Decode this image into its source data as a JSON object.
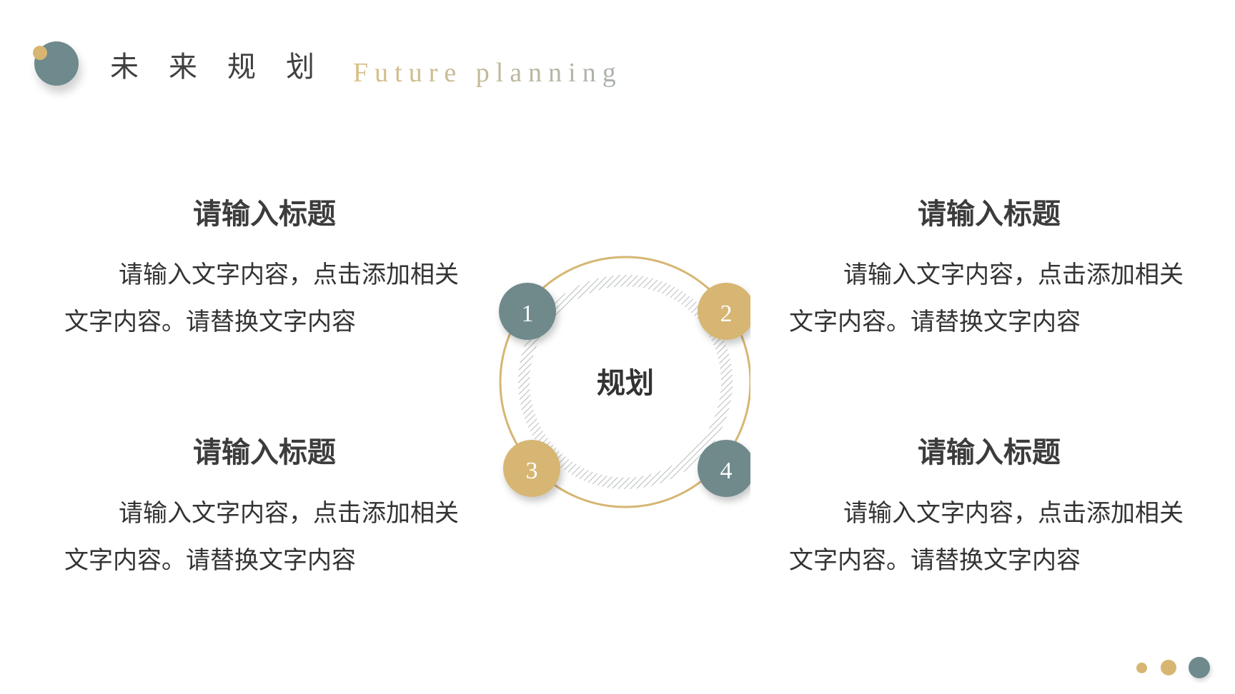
{
  "header": {
    "title_cn": "未来规划",
    "title_en": "Future planning"
  },
  "colors": {
    "slate": "#6f8a8c",
    "gold": "#d6b672",
    "text": "#333333"
  },
  "center": {
    "label": "规划",
    "nodes": [
      "1",
      "2",
      "3",
      "4"
    ]
  },
  "blocks": [
    {
      "heading": "请输入标题",
      "body": "请输入文字内容，点击添加相关文字内容。请替换文字内容"
    },
    {
      "heading": "请输入标题",
      "body": "请输入文字内容，点击添加相关文字内容。请替换文字内容"
    },
    {
      "heading": "请输入标题",
      "body": "请输入文字内容，点击添加相关文字内容。请替换文字内容"
    },
    {
      "heading": "请输入标题",
      "body": "请输入文字内容，点击添加相关文字内容。请替换文字内容"
    }
  ]
}
